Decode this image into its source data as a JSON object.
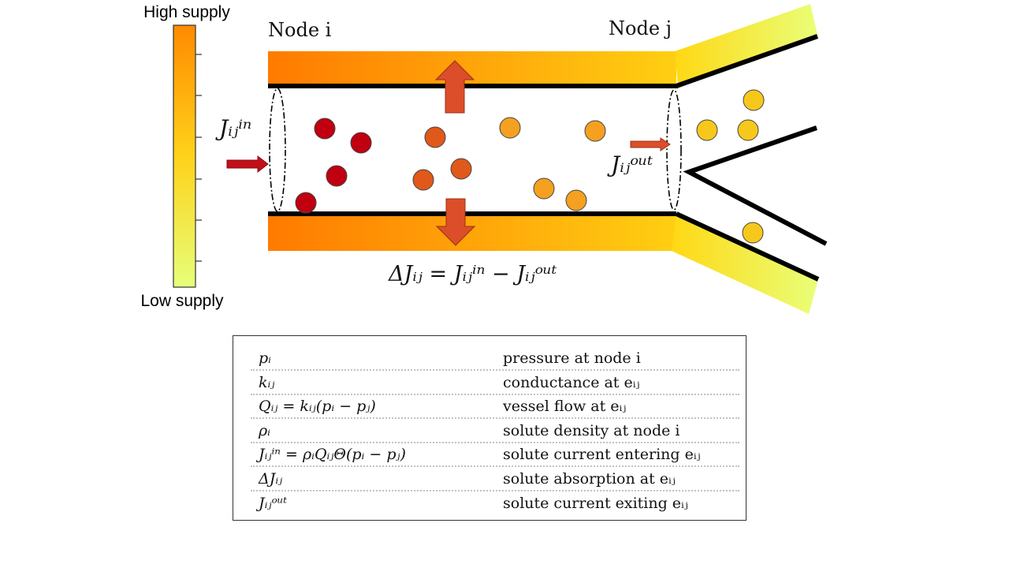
{
  "colorbar": {
    "top_label": "High supply",
    "bottom_label": "Low supply",
    "colors": {
      "high": "#ff8a00",
      "mid": "#ffd21a",
      "low": "#e6ff7a"
    }
  },
  "nodes": {
    "node_i_label": "Node i",
    "node_j_label": "Node j"
  },
  "equations": {
    "j_in": "Jᵢⱼⁱⁿ",
    "j_out": "Jᵢⱼᵒᵘᵗ",
    "delta_j": "ΔJᵢⱼ = Jᵢⱼⁱⁿ − Jᵢⱼᵒᵘᵗ"
  },
  "legend_rows": [
    {
      "symbol": "pᵢ",
      "desc": "pressure at node i"
    },
    {
      "symbol": "kᵢⱼ",
      "desc": "conductance at eᵢⱼ"
    },
    {
      "symbol": "Qᵢⱼ = kᵢⱼ(pᵢ − pⱼ)",
      "desc": "vessel flow at eᵢⱼ"
    },
    {
      "symbol": "ρᵢ",
      "desc": "solute density at node i"
    },
    {
      "symbol": "Jᵢⱼⁱⁿ = ρᵢQᵢⱼΘ(pᵢ − pⱼ)",
      "desc": "solute current entering eᵢⱼ"
    },
    {
      "symbol": "ΔJᵢⱼ",
      "desc": "solute absorption at eᵢⱼ"
    },
    {
      "symbol": "Jᵢⱼᵒᵘᵗ",
      "desc": "solute current exiting eᵢⱼ"
    }
  ],
  "colors": {
    "vessel_wall": "#000000",
    "arrow": "#d9512c",
    "particle_dark_red": "#c00010",
    "particle_orange_red": "#e0581a",
    "particle_orange": "#f5a020",
    "particle_yellow": "#f7c81c"
  }
}
